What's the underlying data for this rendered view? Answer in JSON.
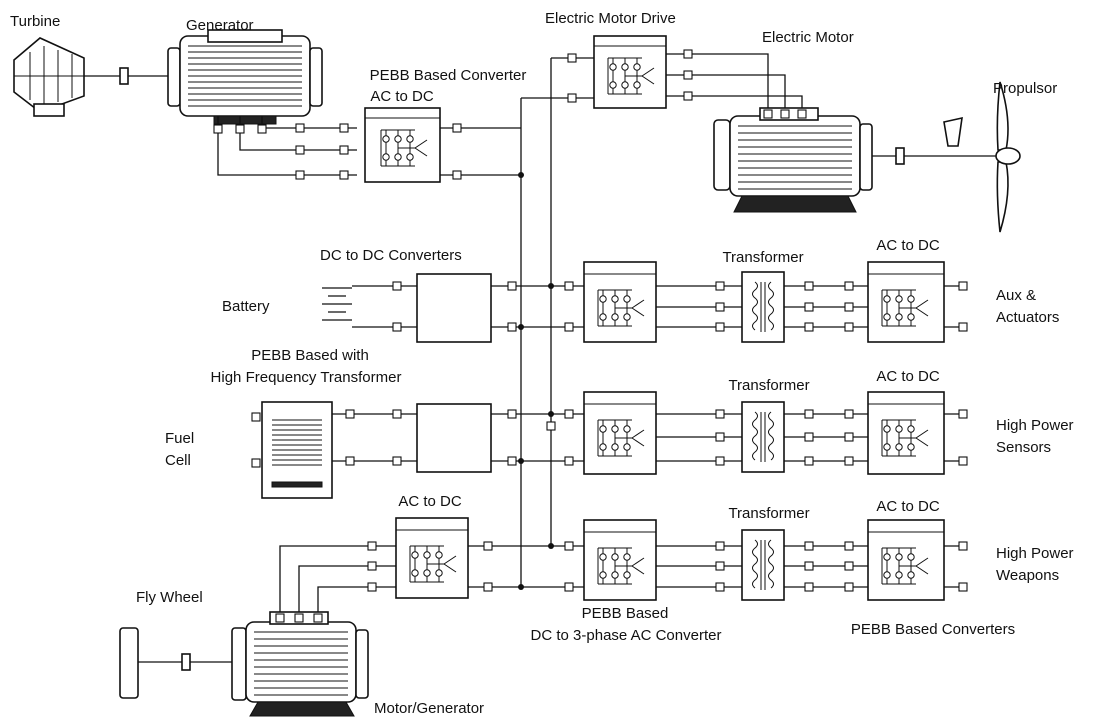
{
  "labels": {
    "turbine": "Turbine",
    "generator": "Generator",
    "pebb_converter_1": "PEBB Based Converter",
    "ac_to_dc_1": "AC to DC",
    "electric_motor_drive": "Electric Motor Drive",
    "electric_motor": "Electric Motor",
    "propulsor": "Propulsor",
    "dc_to_dc_converters": "DC to DC Converters",
    "battery": "Battery",
    "pebb_hf_line1": "PEBB Based with",
    "pebb_hf_line2": "High Frequency Transformer",
    "fuel_line1": "Fuel",
    "fuel_line2": "Cell",
    "transformer_1": "Transformer",
    "transformer_2": "Transformer",
    "transformer_3": "Transformer",
    "ac_to_dc_aux": "AC to DC",
    "ac_to_dc_sensors": "AC to DC",
    "ac_to_dc_weapons": "AC to DC",
    "ac_to_dc_flywheel": "AC to DC",
    "aux_line1": "Aux &",
    "aux_line2": "Actuators",
    "sensors_line1": "High Power",
    "sensors_line2": "Sensors",
    "weapons_line1": "High Power",
    "weapons_line2": "Weapons",
    "fly_wheel": "Fly Wheel",
    "pebb_3ph_line1": "PEBB Based",
    "pebb_3ph_line2": "DC to 3-phase AC Converter",
    "pebb_converters": "PEBB Based Converters",
    "motor_generator": "Motor/Generator"
  }
}
